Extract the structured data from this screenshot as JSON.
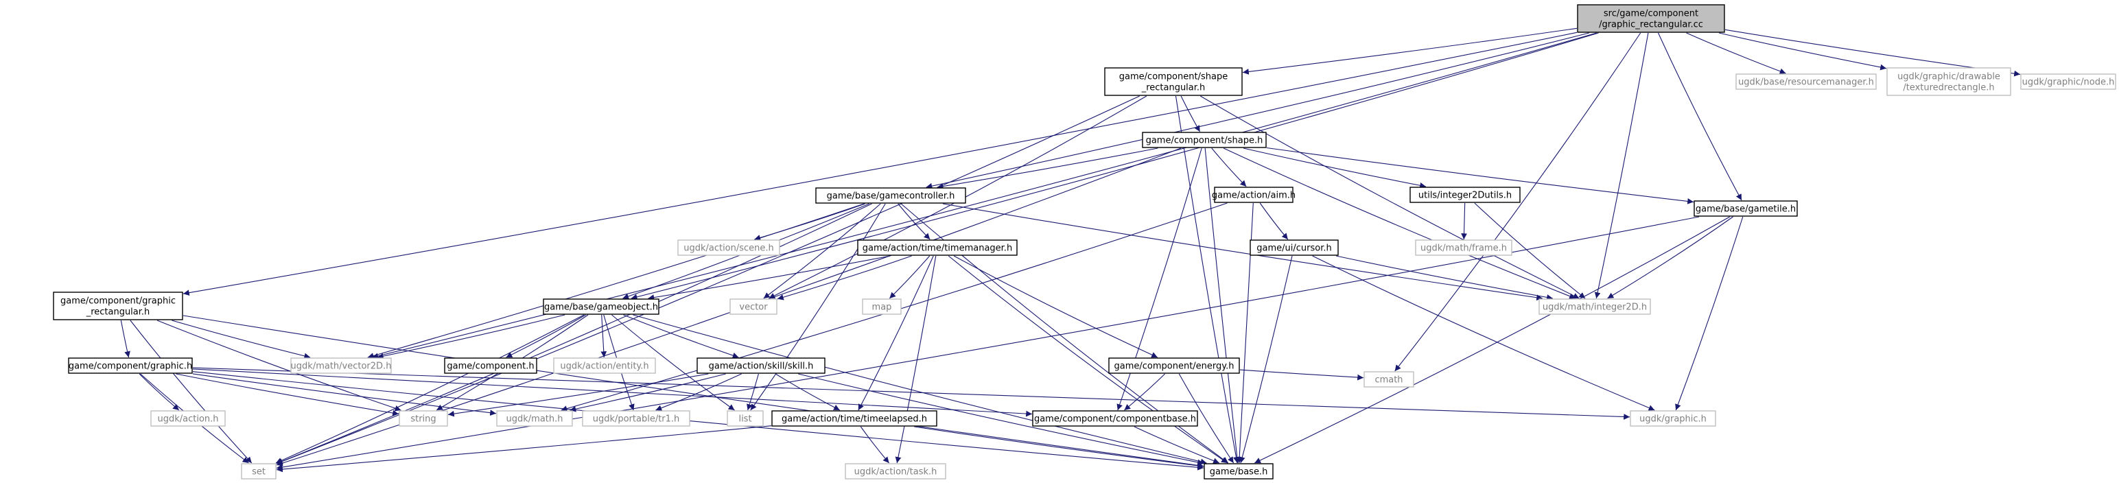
{
  "colors": {
    "edge": "#191970",
    "root_fill": "#bfbfbf",
    "node_border": "#000000",
    "external_border": "#bfbfbf",
    "external_text": "#7f7f7f",
    "text": "#000000"
  },
  "nodes": [
    {
      "id": "root",
      "kind": "root",
      "lines": [
        "src/game/component",
        "/graphic_rectangular.cc"
      ]
    },
    {
      "id": "shape_rect",
      "kind": "file",
      "lines": [
        "game/component/shape",
        "_rectangular.h"
      ]
    },
    {
      "id": "resmgr",
      "kind": "external",
      "lines": [
        "ugdk/base/resourcemanager.h"
      ]
    },
    {
      "id": "texrect",
      "kind": "external",
      "lines": [
        "ugdk/graphic/drawable",
        "/texturedrectangle.h"
      ]
    },
    {
      "id": "node_h",
      "kind": "external",
      "lines": [
        "ugdk/graphic/node.h"
      ]
    },
    {
      "id": "shape_h",
      "kind": "file",
      "lines": [
        "game/component/shape.h"
      ]
    },
    {
      "id": "gamecontroller",
      "kind": "file",
      "lines": [
        "game/base/gamecontroller.h"
      ]
    },
    {
      "id": "aim",
      "kind": "file",
      "lines": [
        "game/action/aim.h"
      ]
    },
    {
      "id": "integer2dutils",
      "kind": "file",
      "lines": [
        "utils/integer2Dutils.h"
      ]
    },
    {
      "id": "gametile",
      "kind": "file",
      "lines": [
        "game/base/gametile.h"
      ]
    },
    {
      "id": "scene",
      "kind": "external",
      "lines": [
        "ugdk/action/scene.h"
      ]
    },
    {
      "id": "timemanager",
      "kind": "file",
      "lines": [
        "game/action/time/timemanager.h"
      ]
    },
    {
      "id": "cursor",
      "kind": "file",
      "lines": [
        "game/ui/cursor.h"
      ]
    },
    {
      "id": "frame",
      "kind": "external",
      "lines": [
        "ugdk/math/frame.h"
      ]
    },
    {
      "id": "graphic_rect_h",
      "kind": "file",
      "lines": [
        "game/component/graphic",
        "_rectangular.h"
      ]
    },
    {
      "id": "gameobject",
      "kind": "file",
      "lines": [
        "game/base/gameobject.h"
      ]
    },
    {
      "id": "vector",
      "kind": "external",
      "lines": [
        "vector"
      ]
    },
    {
      "id": "map",
      "kind": "external",
      "lines": [
        "map"
      ]
    },
    {
      "id": "integer2d",
      "kind": "external",
      "lines": [
        "ugdk/math/integer2D.h"
      ]
    },
    {
      "id": "vector2d",
      "kind": "external",
      "lines": [
        "ugdk/math/vector2D.h"
      ]
    },
    {
      "id": "component",
      "kind": "file",
      "lines": [
        "game/component.h"
      ]
    },
    {
      "id": "entity",
      "kind": "external",
      "lines": [
        "ugdk/action/entity.h"
      ]
    },
    {
      "id": "energy",
      "kind": "file",
      "lines": [
        "game/component/energy.h"
      ]
    },
    {
      "id": "graphic_h",
      "kind": "file",
      "lines": [
        "game/component/graphic.h"
      ]
    },
    {
      "id": "skill",
      "kind": "file",
      "lines": [
        "game/action/skill/skill.h"
      ]
    },
    {
      "id": "cmath",
      "kind": "external",
      "lines": [
        "cmath"
      ]
    },
    {
      "id": "action_h",
      "kind": "external",
      "lines": [
        "ugdk/action.h"
      ]
    },
    {
      "id": "string",
      "kind": "external",
      "lines": [
        "string"
      ]
    },
    {
      "id": "math_h",
      "kind": "external",
      "lines": [
        "ugdk/math.h"
      ]
    },
    {
      "id": "tr1",
      "kind": "external",
      "lines": [
        "ugdk/portable/tr1.h"
      ]
    },
    {
      "id": "list",
      "kind": "external",
      "lines": [
        "list"
      ]
    },
    {
      "id": "timeelapsed",
      "kind": "file",
      "lines": [
        "game/action/time/timeelapsed.h"
      ]
    },
    {
      "id": "componentbase",
      "kind": "file",
      "lines": [
        "game/component/componentbase.h"
      ]
    },
    {
      "id": "ugdk_graphic",
      "kind": "external",
      "lines": [
        "ugdk/graphic.h"
      ]
    },
    {
      "id": "set",
      "kind": "external",
      "lines": [
        "set"
      ]
    },
    {
      "id": "task",
      "kind": "external",
      "lines": [
        "ugdk/action/task.h"
      ]
    },
    {
      "id": "base_h",
      "kind": "file",
      "lines": [
        "game/base.h"
      ]
    }
  ],
  "edges": [
    [
      "root",
      "shape_rect"
    ],
    [
      "root",
      "resmgr"
    ],
    [
      "root",
      "texrect"
    ],
    [
      "root",
      "node_h"
    ],
    [
      "root",
      "gamecontroller"
    ],
    [
      "root",
      "gametile"
    ],
    [
      "root",
      "graphic_rect_h"
    ],
    [
      "root",
      "gameobject"
    ],
    [
      "root",
      "vector2d"
    ],
    [
      "root",
      "integer2d"
    ],
    [
      "root",
      "cmath"
    ],
    [
      "shape_rect",
      "shape_h"
    ],
    [
      "shape_rect",
      "vector"
    ],
    [
      "shape_rect",
      "integer2d"
    ],
    [
      "shape_rect",
      "set"
    ],
    [
      "shape_rect",
      "base_h"
    ],
    [
      "shape_h",
      "gamecontroller"
    ],
    [
      "shape_h",
      "aim"
    ],
    [
      "shape_h",
      "integer2dutils"
    ],
    [
      "shape_h",
      "gametile"
    ],
    [
      "shape_h",
      "integer2d"
    ],
    [
      "shape_h",
      "componentbase"
    ],
    [
      "shape_h",
      "base_h"
    ],
    [
      "shape_h",
      "set"
    ],
    [
      "gamecontroller",
      "scene"
    ],
    [
      "gamecontroller",
      "timemanager"
    ],
    [
      "gamecontroller",
      "gameobject"
    ],
    [
      "gamecontroller",
      "vector"
    ],
    [
      "gamecontroller",
      "integer2d"
    ],
    [
      "gamecontroller",
      "vector2d"
    ],
    [
      "gamecontroller",
      "list"
    ],
    [
      "gamecontroller",
      "set"
    ],
    [
      "gamecontroller",
      "base_h"
    ],
    [
      "aim",
      "cursor"
    ],
    [
      "aim",
      "math_h"
    ],
    [
      "aim",
      "base_h"
    ],
    [
      "integer2dutils",
      "frame"
    ],
    [
      "integer2dutils",
      "integer2d"
    ],
    [
      "gametile",
      "integer2d"
    ],
    [
      "gametile",
      "ugdk_graphic"
    ],
    [
      "gametile",
      "set"
    ],
    [
      "gametile",
      "base_h"
    ],
    [
      "timemanager",
      "gameobject"
    ],
    [
      "timemanager",
      "vector"
    ],
    [
      "timemanager",
      "map"
    ],
    [
      "timemanager",
      "energy"
    ],
    [
      "timemanager",
      "timeelapsed"
    ],
    [
      "timemanager",
      "task"
    ],
    [
      "timemanager",
      "base_h"
    ],
    [
      "cursor",
      "integer2d"
    ],
    [
      "cursor",
      "ugdk_graphic"
    ],
    [
      "cursor",
      "base_h"
    ],
    [
      "graphic_rect_h",
      "graphic_h"
    ],
    [
      "graphic_rect_h",
      "vector2d"
    ],
    [
      "graphic_rect_h",
      "string"
    ],
    [
      "graphic_rect_h",
      "set"
    ],
    [
      "graphic_rect_h",
      "base_h"
    ],
    [
      "gameobject",
      "component"
    ],
    [
      "gameobject",
      "entity"
    ],
    [
      "gameobject",
      "skill"
    ],
    [
      "gameobject",
      "vector2d"
    ],
    [
      "gameobject",
      "string"
    ],
    [
      "gameobject",
      "tr1"
    ],
    [
      "gameobject",
      "list"
    ],
    [
      "gameobject",
      "set"
    ],
    [
      "gameobject",
      "base_h"
    ],
    [
      "energy",
      "componentbase"
    ],
    [
      "energy",
      "cmath"
    ],
    [
      "energy",
      "base_h"
    ],
    [
      "graphic_h",
      "action_h"
    ],
    [
      "graphic_h",
      "string"
    ],
    [
      "graphic_h",
      "math_h"
    ],
    [
      "graphic_h",
      "componentbase"
    ],
    [
      "graphic_h",
      "ugdk_graphic"
    ],
    [
      "graphic_h",
      "set"
    ],
    [
      "graphic_h",
      "base_h"
    ],
    [
      "skill",
      "string"
    ],
    [
      "skill",
      "math_h"
    ],
    [
      "skill",
      "tr1"
    ],
    [
      "skill",
      "list"
    ],
    [
      "skill",
      "timeelapsed"
    ],
    [
      "skill",
      "base_h"
    ],
    [
      "timeelapsed",
      "task"
    ],
    [
      "timeelapsed",
      "set"
    ],
    [
      "timeelapsed",
      "base_h"
    ],
    [
      "componentbase",
      "base_h"
    ]
  ]
}
